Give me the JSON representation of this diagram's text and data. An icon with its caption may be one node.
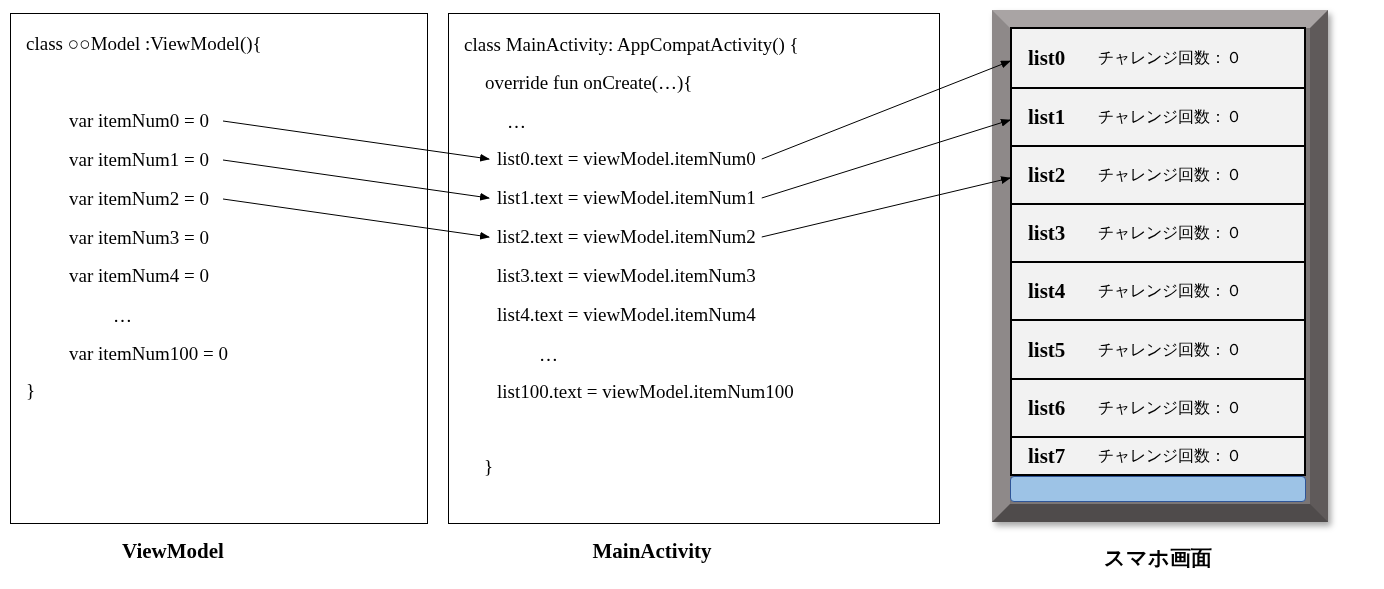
{
  "diagram": {
    "nodes": [
      {
        "text": [
          "ViewModel"
        ]
      },
      {
        "text": [
          "var itemNum0 = 0"
        ],
        "in": 0
      },
      {
        "text": [
          "var itemNum1 = 0"
        ],
        "in": 0
      },
      {
        "text": [
          "var itemNum2 = 0"
        ],
        "in": 0
      },
      {
        "text": [
          "MainActivity"
        ]
      },
      {
        "text": [
          "list0.text = viewModel.itemNum0"
        ],
        "in": 4
      },
      {
        "text": [
          "list1.text = viewModel.itemNum1"
        ],
        "in": 4
      },
      {
        "text": [
          "list2.text = viewModel.itemNum2"
        ],
        "in": 4
      },
      {
        "text": [
          "スマホ画面"
        ]
      },
      {
        "text": [
          "list0",
          "チャレンジ回数：０"
        ],
        "in": 8
      },
      {
        "text": [
          "list1",
          "チャレンジ回数：０"
        ],
        "in": 8
      },
      {
        "text": [
          "list2",
          "チャレンジ回数：０"
        ],
        "in": 8
      },
      {
        "text": [
          "list3",
          "チャレンジ回数：０"
        ],
        "in": 8
      },
      {
        "text": [
          "list4",
          "チャレンジ回数：０"
        ],
        "in": 8
      },
      {
        "text": [
          "list5",
          "チャレンジ回数：０"
        ],
        "in": 8
      },
      {
        "text": [
          "list6",
          "チャレンジ回数：０"
        ],
        "in": 8
      },
      {
        "text": [
          "list7",
          "チャレンジ回数：０"
        ],
        "in": 8
      },
      {
        "text": [],
        "shape": "bar",
        "in": 8
      }
    ],
    "edges": [
      {
        "from": 1,
        "to": 5,
        "arrow": "to"
      },
      {
        "from": 2,
        "to": 6,
        "arrow": "to"
      },
      {
        "from": 3,
        "to": 7,
        "arrow": "to"
      },
      {
        "from": 5,
        "to": 9,
        "arrow": "to"
      },
      {
        "from": 6,
        "to": 10,
        "arrow": "to"
      },
      {
        "from": 7,
        "to": 11,
        "arrow": "to"
      }
    ],
    "labels": [
      "class ○○Model :ViewModel(){",
      "var itemNum3 = 0",
      "var itemNum4 = 0",
      "…",
      "var itemNum100 = 0",
      "}",
      "class MainActivity: AppCompatActivity() {",
      "override fun onCreate(…){",
      "…",
      "list3.text = viewModel.itemNum3",
      "list4.text = viewModel.itemNum4",
      "…",
      "list100.text = viewModel.itemNum100",
      "}"
    ]
  }
}
